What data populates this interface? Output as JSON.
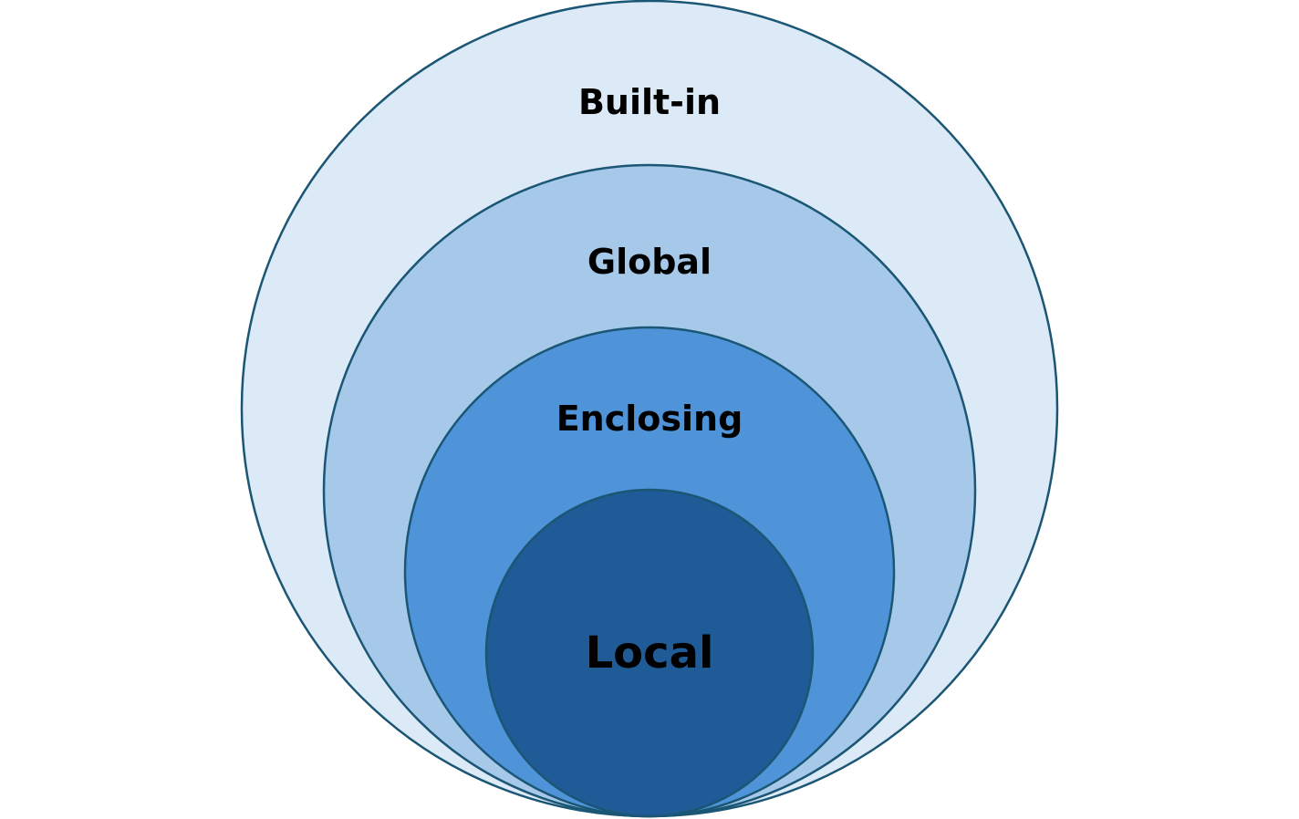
{
  "diagram": {
    "layers": [
      {
        "id": "builtin",
        "label": "Built-in",
        "fill": "#dce9f6"
      },
      {
        "id": "global",
        "label": "Global",
        "fill": "#a6c9ea"
      },
      {
        "id": "enclosing",
        "label": "Enclosing",
        "fill": "#4f94d8"
      },
      {
        "id": "local",
        "label": "Local",
        "fill": "#1f5b96"
      }
    ],
    "stroke_color": "#1b5675"
  }
}
